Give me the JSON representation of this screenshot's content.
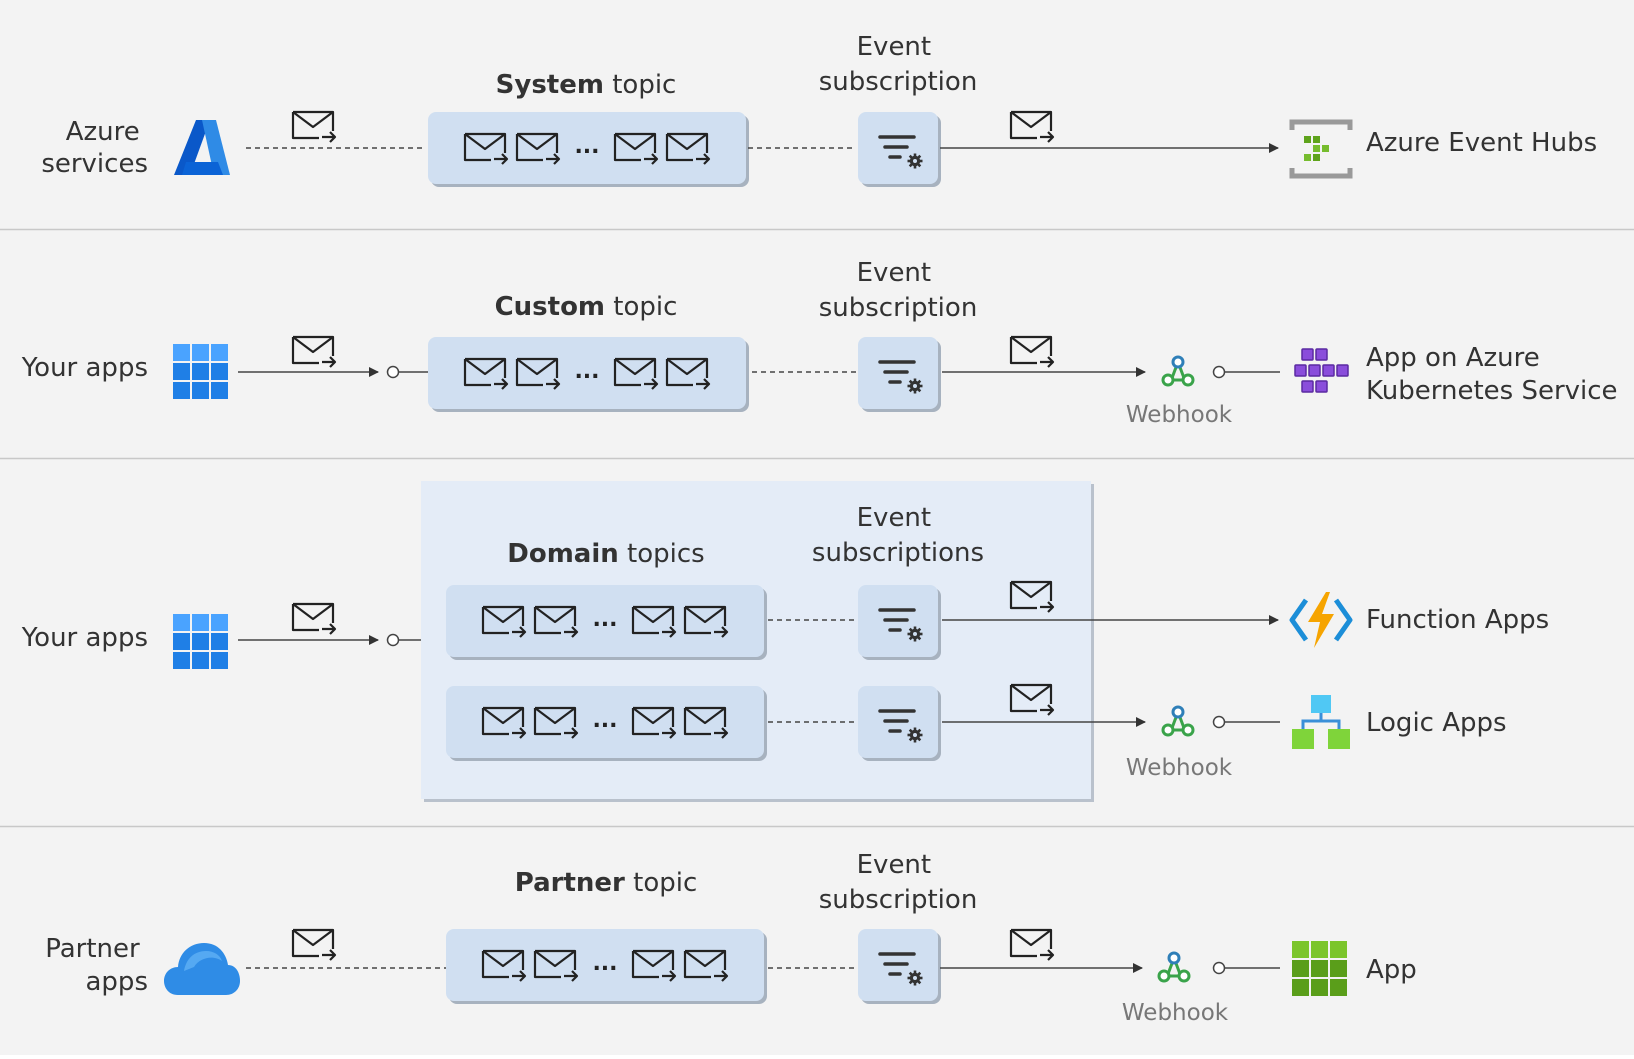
{
  "colors": {
    "band": "#f3f3f3",
    "divider": "#c8c8c8",
    "topic_fill": "#d0dff1",
    "topic_shadow": "#a7b2bf",
    "domain_panel": "#e4ecf7",
    "text": "#333333",
    "muted": "#777777"
  },
  "rows": [
    {
      "source_lines": [
        "Azure",
        "services"
      ],
      "source_icon": "azure-logo-icon",
      "topic_bold": "System",
      "topic_rest": " topic",
      "sub_lines": [
        "Event",
        "subscription"
      ],
      "dest_lines": [
        "Azure Event Hubs"
      ],
      "dest_icon": "event-hubs-icon",
      "webhook": ""
    },
    {
      "source_lines": [
        "Your apps"
      ],
      "source_icon": "app-grid-icon",
      "topic_bold": "Custom",
      "topic_rest": " topic",
      "sub_lines": [
        "Event",
        "subscription"
      ],
      "dest_lines": [
        "App on Azure",
        "Kubernetes Service"
      ],
      "dest_icon": "kubernetes-icon",
      "webhook": "Webhook"
    },
    {
      "source_lines": [
        "Your apps"
      ],
      "source_icon": "app-grid-icon",
      "topic_bold": "Domain",
      "topic_rest": " topics",
      "sub_lines": [
        "Event",
        "subscriptions"
      ],
      "destinations": [
        {
          "lines": [
            "Function Apps"
          ],
          "icon": "function-apps-icon",
          "webhook": ""
        },
        {
          "lines": [
            "Logic Apps"
          ],
          "icon": "logic-apps-icon",
          "webhook": "Webhook"
        }
      ]
    },
    {
      "source_lines": [
        "Partner",
        "apps"
      ],
      "source_icon": "cloud-icon",
      "topic_bold": "Partner",
      "topic_rest": " topic",
      "sub_lines": [
        "Event",
        "subscription"
      ],
      "dest_lines": [
        "App"
      ],
      "dest_icon": "app-icon",
      "webhook": "Webhook"
    }
  ],
  "ellipsis": "..."
}
